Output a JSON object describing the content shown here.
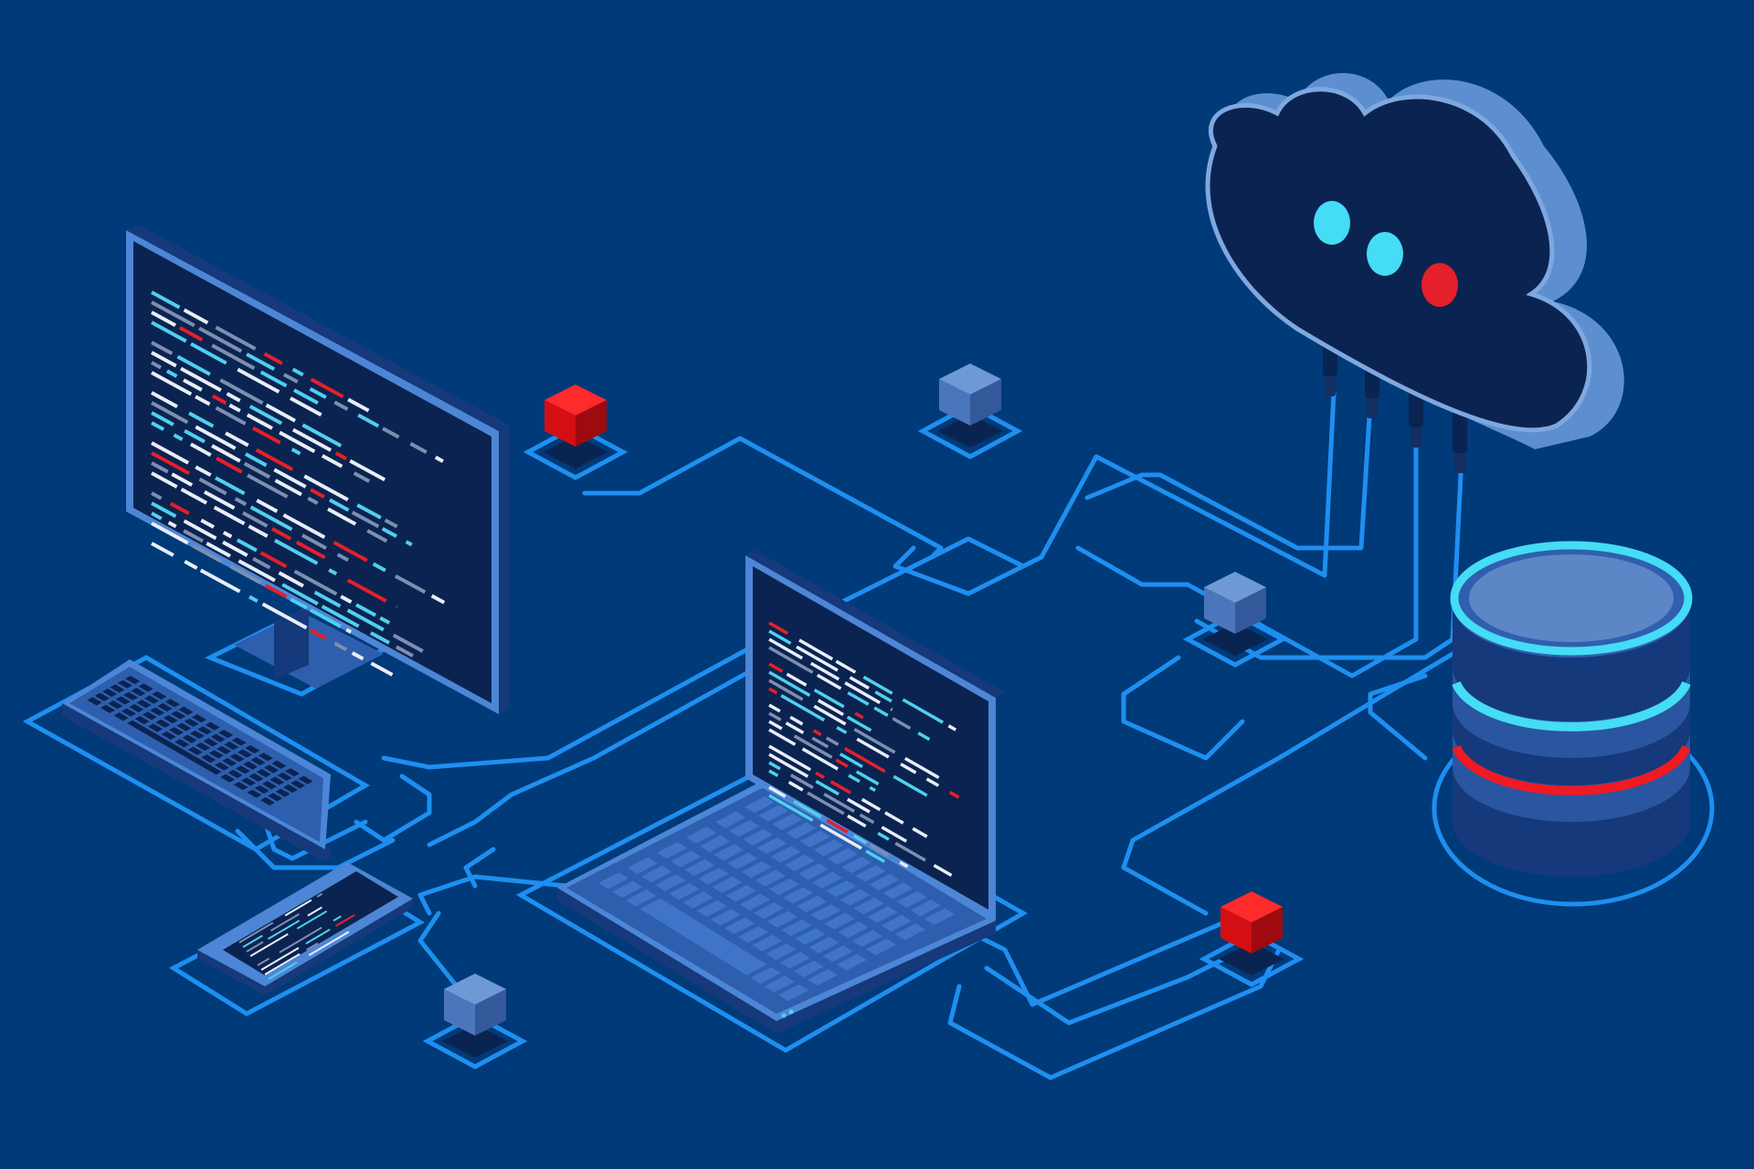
{
  "palette": {
    "background": "#003a78",
    "wire": "#1e8ff0",
    "wire_dark": "#0a2f62",
    "screen": "#0b2350",
    "device_top": "#2d5fae",
    "device_side": "#15397a",
    "device_edge": "#4d86d6",
    "key": "#3f74c8",
    "code_white": "#e8eef8",
    "code_cyan": "#4fd0ee",
    "code_red": "#e4202a",
    "code_gray": "#7d8fb0",
    "cube_blue_top": "#6e98d6",
    "cube_blue_left": "#4b76bb",
    "cube_blue_right": "#34599a",
    "cube_red_top": "#ff2a2a",
    "cube_red_left": "#d40f14",
    "cube_red_right": "#9e0a0d",
    "cloud_face": "#0b2350",
    "cloud_side": "#5d8fd0",
    "cloud_edge": "#7fa8e0",
    "db_top": "#5c86c6",
    "db_glow_cyan": "#45dcf5",
    "db_glow_red": "#f01a22"
  },
  "icons": {
    "monitor": "desktop-monitor-icon",
    "keyboard": "keyboard-icon",
    "laptop": "laptop-icon",
    "phone": "smartphone-icon",
    "cloud": "cloud-icon",
    "database": "database-icon",
    "node": "cube-node-icon"
  },
  "cloud_lights": [
    "cyan",
    "cyan",
    "red"
  ],
  "nodes": [
    {
      "color": "red"
    },
    {
      "color": "blue"
    },
    {
      "color": "blue"
    },
    {
      "color": "blue"
    },
    {
      "color": "red"
    }
  ]
}
